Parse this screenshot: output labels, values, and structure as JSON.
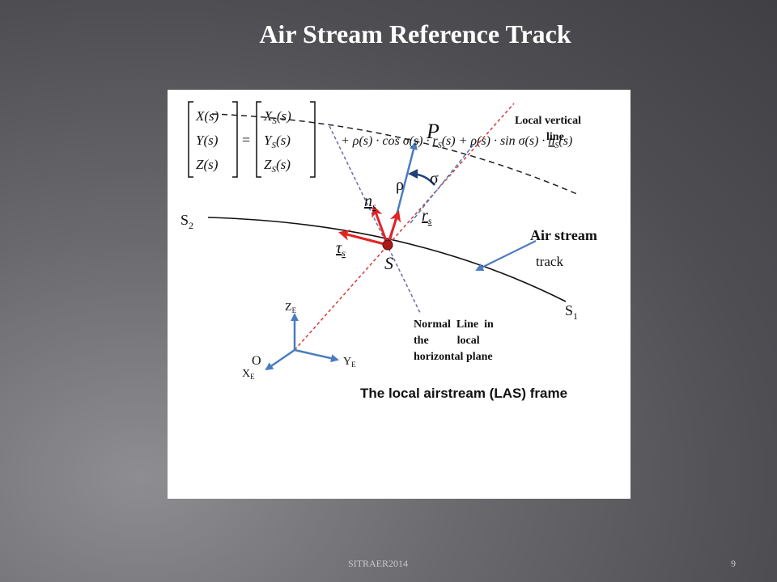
{
  "slide": {
    "title": "Air Stream Reference Track",
    "footer_left": "SITRAER2014",
    "page_number": "9"
  },
  "diagram": {
    "labels": {
      "p": "P",
      "local_vertical_1": "Local vertical",
      "local_vertical_2": "line",
      "sigma": "σ",
      "rho": "ρ",
      "n_s": "n",
      "n_s_sub": "s",
      "r_s": "r",
      "r_s_sub": "s",
      "s2": "S",
      "s2_sub": "2",
      "tau_s": "τ",
      "tau_s_sub": "s",
      "s_point": "S",
      "air_stream": "Air stream",
      "track": "track",
      "s1": "S",
      "s1_sub": "1",
      "z_e": "Z",
      "z_e_sub": "E",
      "origin": "O",
      "x_e": "X",
      "x_e_sub": "E",
      "y_e": "Y",
      "y_e_sub": "E",
      "normal_line_1": "Normal  Line  in",
      "normal_line_2": "the          local",
      "normal_line_3": "horizontal plane"
    },
    "caption": "The local airstream (LAS) frame",
    "colors": {
      "axis_blue": "#4a7cc0",
      "frame_red": "#e32222",
      "dashed_red": "#d43a3a",
      "dashed_purple": "#6b6aa8"
    }
  },
  "equation": {
    "lhs": [
      "X(s)",
      "Y(s)",
      "Z(s)"
    ],
    "rhs_vector": [
      "X",
      "Y",
      "Z"
    ],
    "rhs_sub": "S",
    "rhs_arg": "(s)",
    "eq": "=",
    "term1_prefix": "+ ρ(s) · cos σ(s) · ",
    "term1_vec": "r",
    "term1_sub": "S",
    "term1_arg": "(s)",
    "term2_prefix": " + ρ(s) · sin σ(s) · ",
    "term2_vec": "n",
    "term2_sub": "S",
    "term2_arg": "(s)"
  }
}
